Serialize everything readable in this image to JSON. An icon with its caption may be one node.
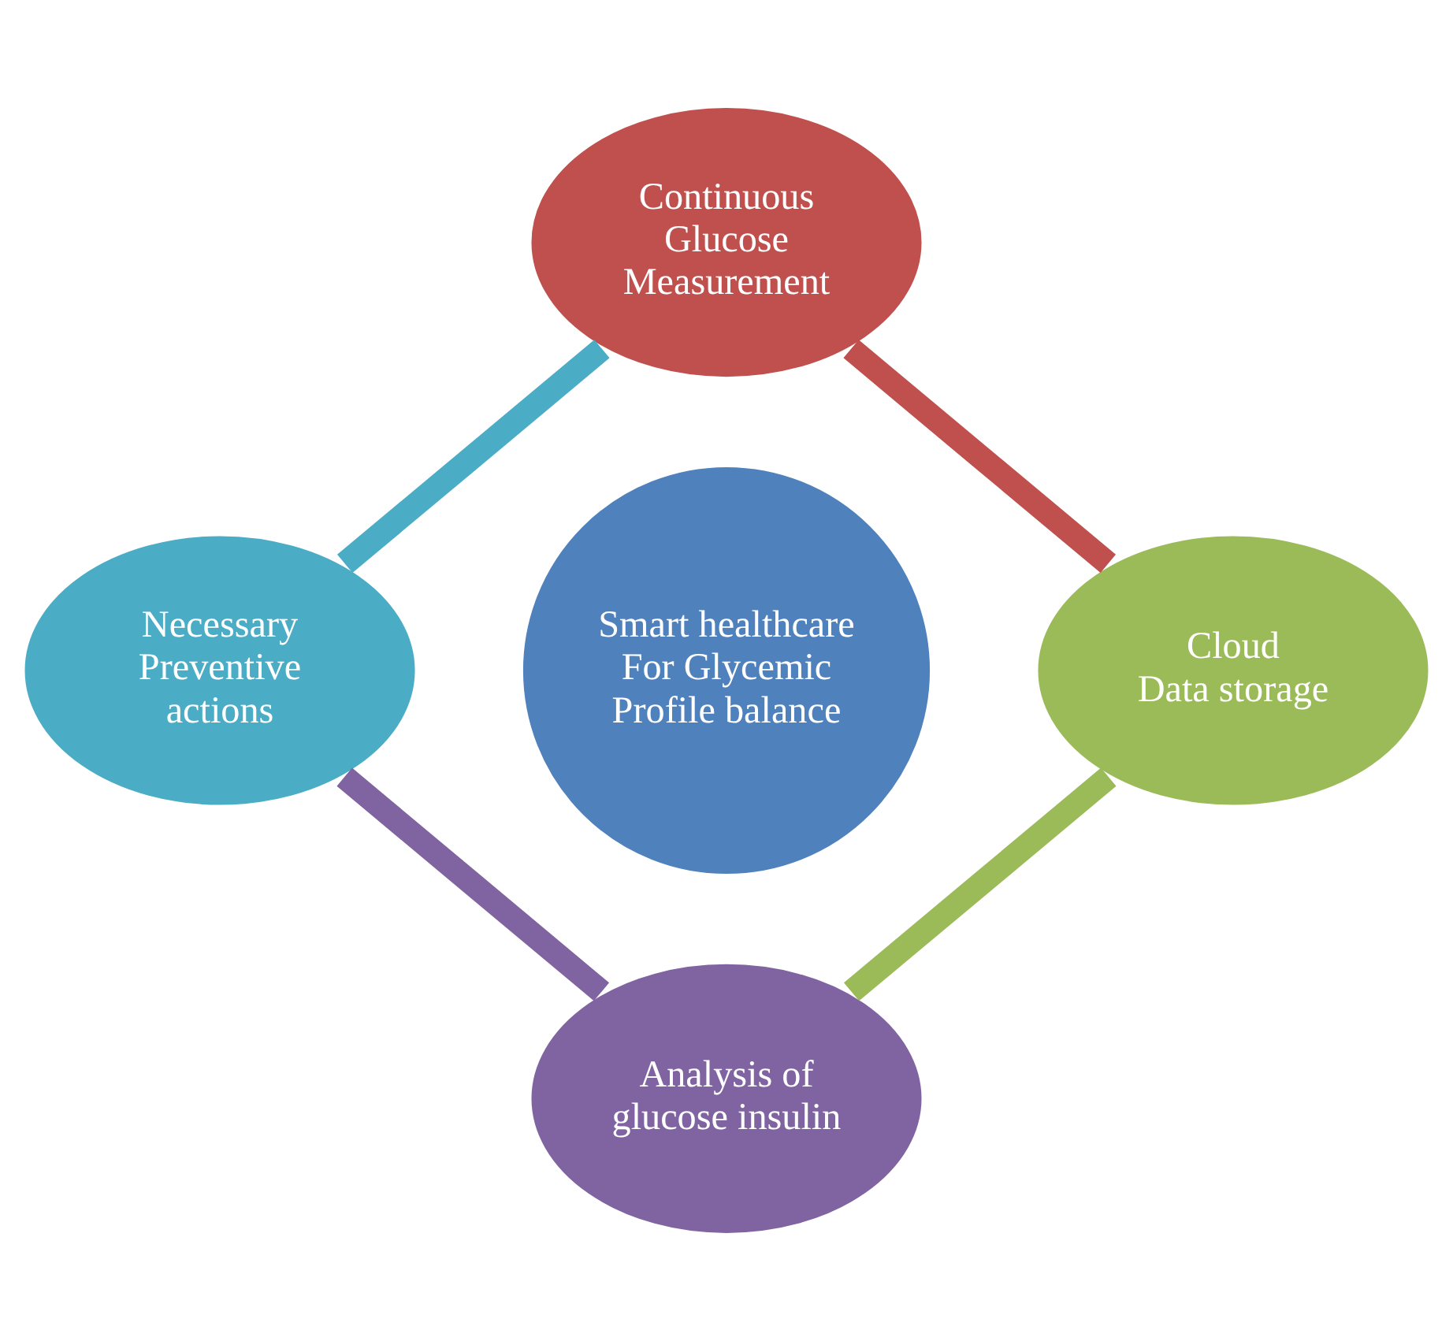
{
  "diagram": {
    "nodes": [
      {
        "text": [
          "Continuous",
          "Glucose Measurement"
        ]
      },
      {
        "text": [
          "Necessary",
          "Preventive actions"
        ]
      },
      {
        "text": [
          "Smart healthcare For Glycemic Profile balance"
        ]
      },
      {
        "text": [
          "Cloud",
          "Data storage"
        ]
      },
      {
        "text": [
          "Analysis of glucose insulin"
        ]
      }
    ],
    "edges": [
      {
        "from": 0,
        "to": 3,
        "arrow": "none",
        "color": "#c0504d"
      },
      {
        "from": 3,
        "to": 4,
        "arrow": "none",
        "color": "#9bbb59"
      },
      {
        "from": 4,
        "to": 1,
        "arrow": "none",
        "color": "#8064a2"
      },
      {
        "from": 1,
        "to": 0,
        "arrow": "none",
        "color": "#4bacc6"
      }
    ]
  }
}
